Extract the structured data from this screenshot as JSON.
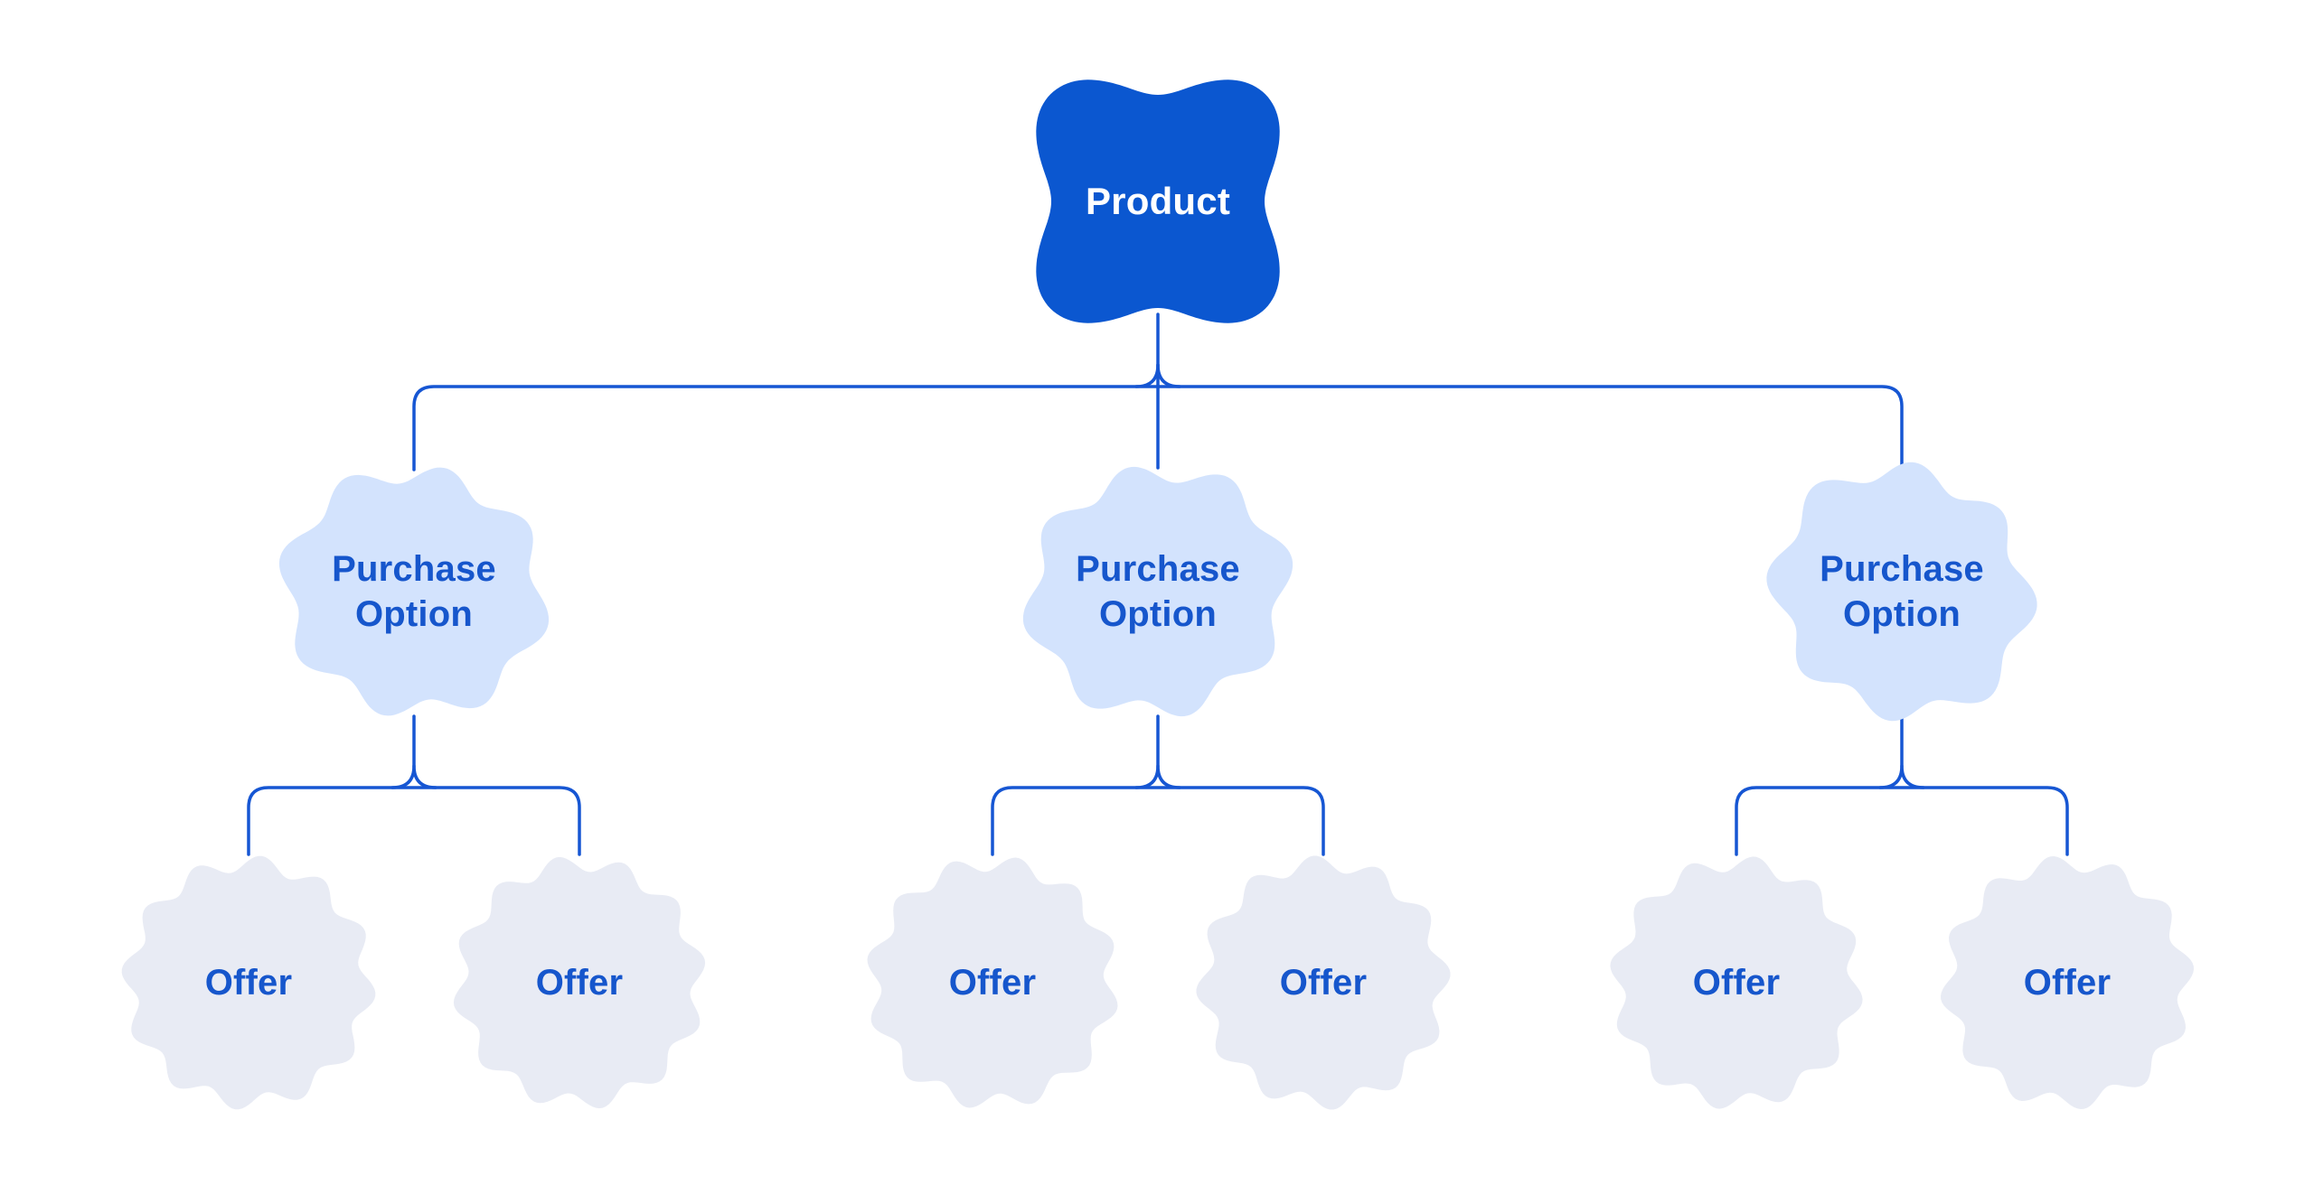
{
  "colors": {
    "background": "#FFFFFF",
    "product_fill": "#0B57D0",
    "product_text": "#FFFFFF",
    "purchase_fill": "#D3E3FD",
    "offer_fill": "#E8EBF4",
    "node_text": "#1656CC",
    "connector": "#1656D3"
  },
  "product": {
    "label": "Product"
  },
  "purchase_options": [
    {
      "label": "Purchase Option",
      "offers": [
        {
          "label": "Offer"
        },
        {
          "label": "Offer"
        }
      ]
    },
    {
      "label": "Purchase Option",
      "offers": [
        {
          "label": "Offer"
        },
        {
          "label": "Offer"
        }
      ]
    },
    {
      "label": "Purchase Option",
      "offers": [
        {
          "label": "Offer"
        },
        {
          "label": "Offer"
        }
      ]
    }
  ]
}
